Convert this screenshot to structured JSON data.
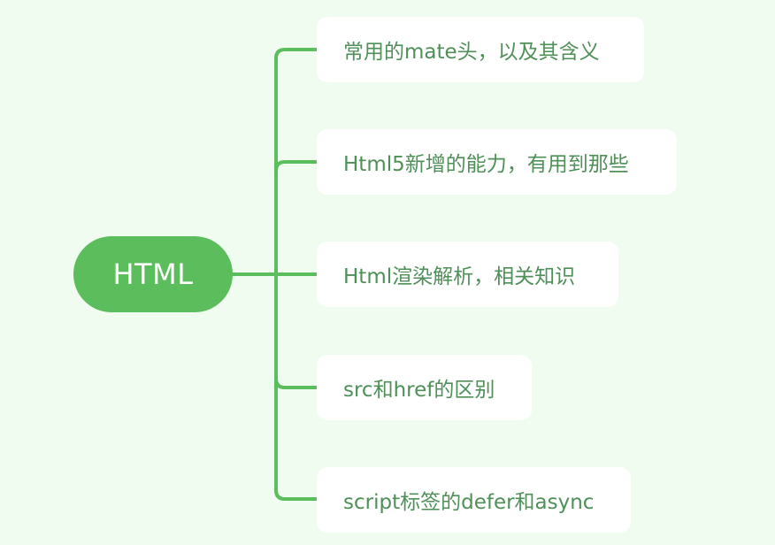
{
  "mindmap": {
    "root": {
      "label": "HTML"
    },
    "children": [
      {
        "label": "常用的mate头，以及其含义"
      },
      {
        "label": "Html5新增的能力，有用到那些"
      },
      {
        "label": "Html渲染解析，相关知识"
      },
      {
        "label": "src和href的区别"
      },
      {
        "label": "script标签的defer和async"
      }
    ]
  },
  "colors": {
    "background": "#effcef",
    "branch": "#5bbd5b",
    "node_fill": "#ffffff",
    "node_text": "#4f8f58"
  }
}
